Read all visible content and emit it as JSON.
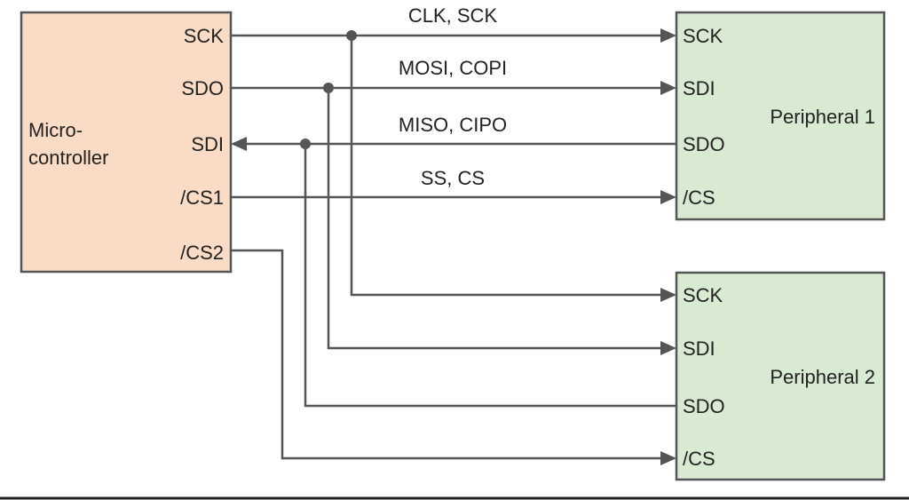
{
  "microcontroller": {
    "name_line1": "Micro-",
    "name_line2": "controller",
    "pins": {
      "sck": "SCK",
      "sdo": "SDO",
      "sdi": "SDI",
      "cs1": "/CS1",
      "cs2": "/CS2"
    }
  },
  "signals": {
    "clock": "CLK, SCK",
    "mosi": "MOSI, COPI",
    "miso": "MISO, CIPO",
    "select": "SS, CS"
  },
  "peripheral1": {
    "name": "Peripheral 1",
    "pins": {
      "sck": "SCK",
      "sdi": "SDI",
      "sdo": "SDO",
      "cs": "/CS"
    }
  },
  "peripheral2": {
    "name": "Peripheral 2",
    "pins": {
      "sck": "SCK",
      "sdi": "SDI",
      "sdo": "SDO",
      "cs": "/CS"
    }
  },
  "colors": {
    "microcontroller_fill": "#fadcc6",
    "peripheral_fill": "#d9ead3",
    "line": "#555555"
  }
}
